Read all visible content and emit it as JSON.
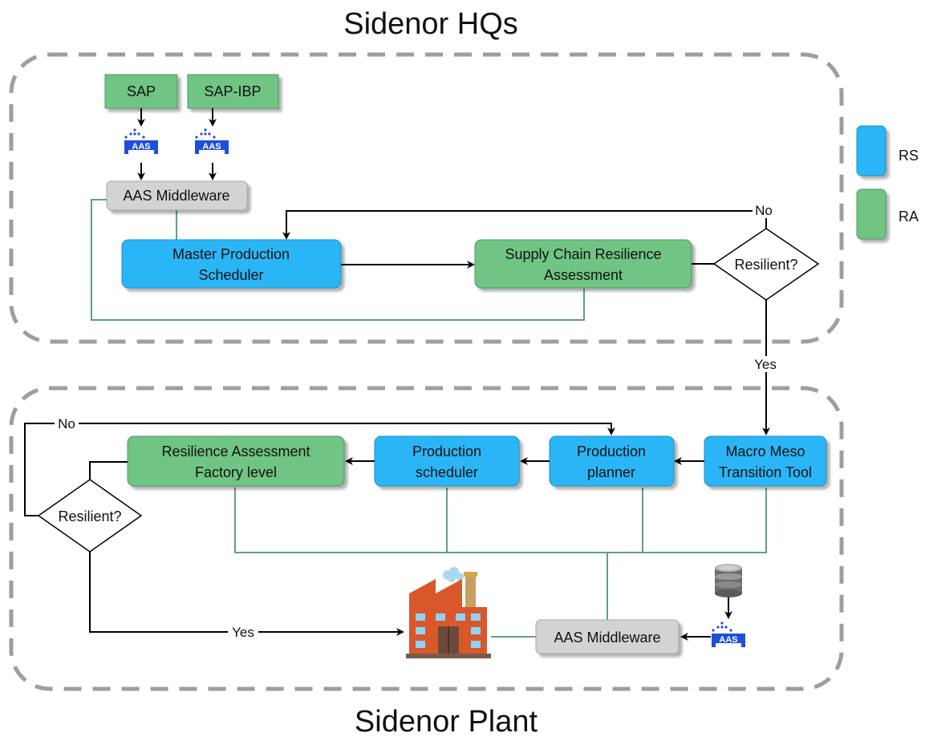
{
  "title_top": "Sidenor HQs",
  "title_bottom": "Sidenor Plant",
  "legend": [
    {
      "label": "RS",
      "color": "#29b6f6"
    },
    {
      "label": "RA",
      "color": "#70c484"
    }
  ],
  "hq": {
    "sap": "SAP",
    "sap_ibp": "SAP-IBP",
    "aas_icon_text": "AAS",
    "middleware": "AAS Middleware",
    "mps_line1": "Master Production",
    "mps_line2": "Scheduler",
    "scra_line1": "Supply Chain Resilience",
    "scra_line2": "Assessment",
    "decision": "Resilient?",
    "no_label": "No",
    "yes_label": "Yes"
  },
  "plant": {
    "mmtt_line1": "Macro Meso",
    "mmtt_line2": "Transition Tool",
    "planner_line1": "Production",
    "planner_line2": "planner",
    "scheduler_line1": "Production",
    "scheduler_line2": "scheduler",
    "rafl_line1": "Resilience Assessment",
    "rafl_line2": "Factory level",
    "decision": "Resilient?",
    "no_label": "No",
    "yes_label": "Yes",
    "middleware": "AAS Middleware",
    "aas_icon_text": "AAS",
    "database_icon": "database-icon",
    "factory_icon": "factory-icon"
  }
}
